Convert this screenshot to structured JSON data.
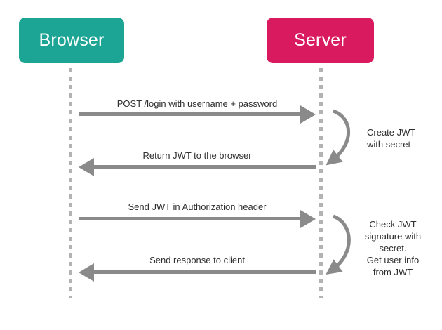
{
  "colors": {
    "browser": "#1ca494",
    "server": "#d91a5e",
    "arrow": "#8a8a8a",
    "lifeline": "#b3b3b3",
    "text": "#2e2e2e",
    "bg": "#ffffff"
  },
  "actors": {
    "browser": {
      "label": "Browser"
    },
    "server": {
      "label": "Server"
    }
  },
  "messages": [
    {
      "label": "POST /login with username + password",
      "direction": "right",
      "from": "Browser",
      "to": "Server"
    },
    {
      "label": "Return JWT to the browser",
      "direction": "left",
      "from": "Server",
      "to": "Browser"
    },
    {
      "label": "Send JWT in Authorization header",
      "direction": "right",
      "from": "Browser",
      "to": "Server"
    },
    {
      "label": "Send response to client",
      "direction": "left",
      "from": "Server",
      "to": "Browser"
    }
  ],
  "server_actions": [
    {
      "lines": [
        "Create JWT",
        "with secret"
      ]
    },
    {
      "lines": [
        "Check JWT",
        "signature with",
        "secret.",
        "Get user info",
        "from JWT"
      ]
    }
  ]
}
